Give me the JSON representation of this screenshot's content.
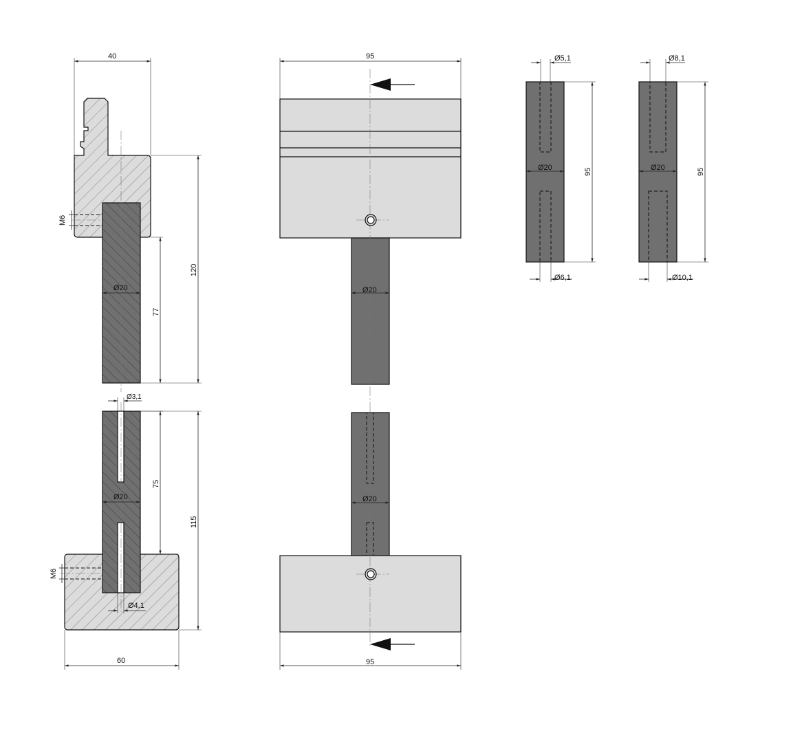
{
  "colors": {
    "light_part": "#dcdcdc",
    "dark_part": "#707070",
    "line": "#111111",
    "hatch": "#555555"
  },
  "dimensions": {
    "top_width": "40",
    "top_height": "120",
    "top_rod_len": "77",
    "top_rod_dia": "Ø20",
    "top_thread": "M6",
    "bottom_hole_top": "Ø3,1",
    "bottom_rod_dia": "Ø20",
    "bottom_len": "75",
    "bottom_height": "115",
    "bottom_thread": "M6",
    "bottom_hole_bot": "Ø4,1",
    "bottom_width": "60",
    "front_top_width": "95",
    "front_top_rod_dia": "Ø20",
    "front_bot_rod_dia": "Ø20",
    "front_bot_width": "95",
    "pinA_hole_top": "Ø5,1",
    "pinA_dia": "Ø20",
    "pinA_len": "95",
    "pinA_hole_bot": "Ø6,1",
    "pinB_hole_top": "Ø8,1",
    "pinB_dia": "Ø20",
    "pinB_len": "95",
    "pinB_hole_bot": "Ø10,1"
  },
  "icons": {
    "arrow": "arrow-left-icon"
  }
}
